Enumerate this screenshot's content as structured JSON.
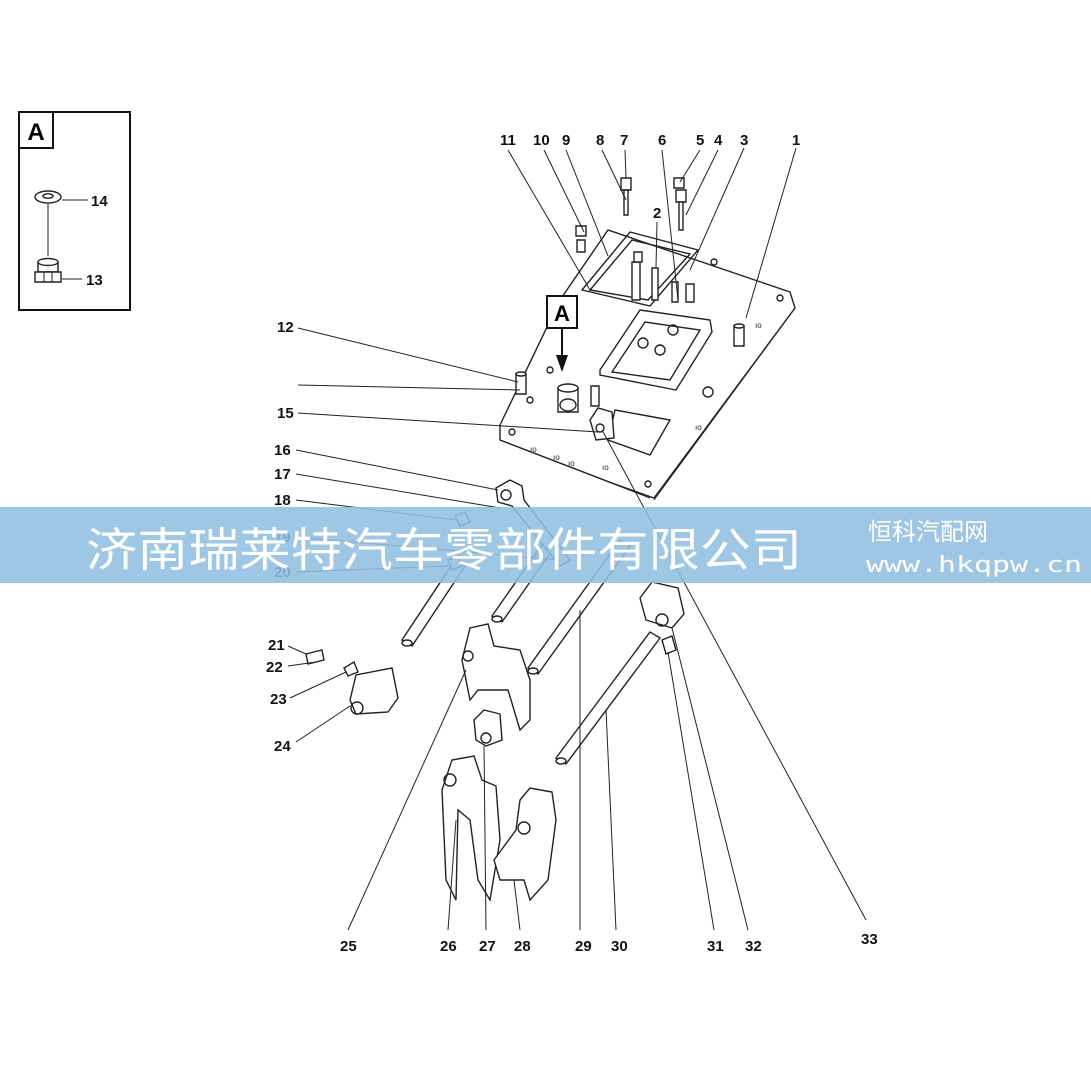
{
  "detail_box": {
    "label": "A",
    "items": [
      "14",
      "13"
    ]
  },
  "callout_a": "A",
  "part_numbers": {
    "p1": "1",
    "p2": "2",
    "p3": "3",
    "p4": "4",
    "p5": "5",
    "p6": "6",
    "p7": "7",
    "p8": "8",
    "p9": "9",
    "p10": "10",
    "p11": "11",
    "p12": "12",
    "p15": "15",
    "p16": "16",
    "p17": "17",
    "p18": "18",
    "p19": "19",
    "p20": "20",
    "p21": "21",
    "p22": "22",
    "p23": "23",
    "p24": "24",
    "p25": "25",
    "p26": "26",
    "p27": "27",
    "p28": "28",
    "p29": "29",
    "p30": "30",
    "p31": "31",
    "p32": "32",
    "p33": "33"
  },
  "watermark": {
    "company": "济南瑞莱特汽车零部件有限公司",
    "site_name": "恒科汽配网",
    "url": "www.hkqpw.cn",
    "band_color": "#8fbfe0"
  }
}
